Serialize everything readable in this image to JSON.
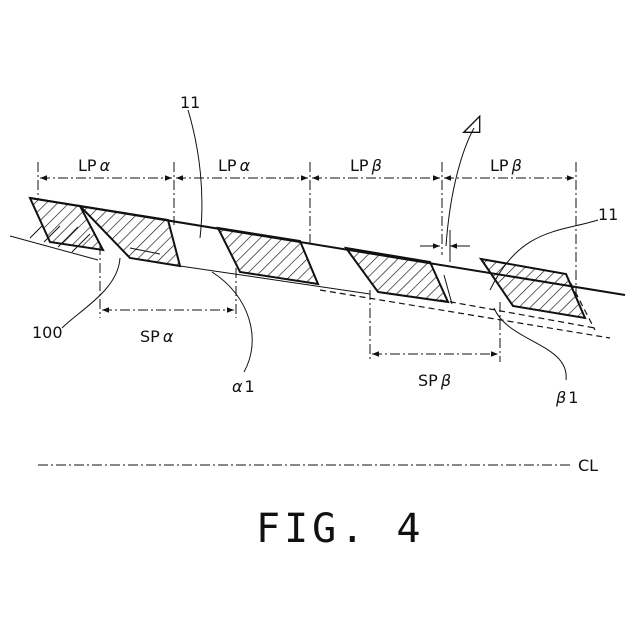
{
  "labels": {
    "lp_alpha_1": {
      "prefix": "LP",
      "greek": "α"
    },
    "lp_alpha_2": {
      "prefix": "LP",
      "greek": "α"
    },
    "lp_beta_1": {
      "prefix": "LP",
      "greek": "β"
    },
    "lp_beta_2": {
      "prefix": "LP",
      "greek": "β"
    },
    "sp_alpha": {
      "prefix": "SP",
      "greek": "α"
    },
    "sp_beta": {
      "prefix": "SP",
      "greek": "β"
    },
    "alpha1": {
      "greek": "α",
      "suffix": "1"
    },
    "beta1": {
      "greek": "β",
      "suffix": "1"
    },
    "ref_11_a": "11",
    "ref_11_b": "11",
    "ref_100": "100",
    "cl": "CL",
    "delta_symbol": "◿"
  },
  "figure_caption": "FIG. 4"
}
